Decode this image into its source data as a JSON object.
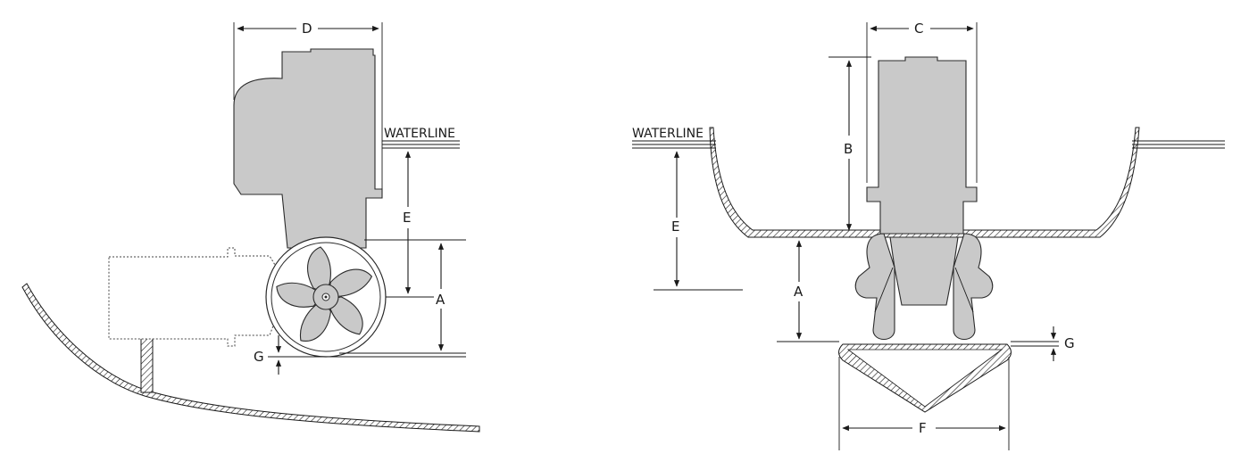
{
  "labels": {
    "waterline_left": "WATERLINE",
    "waterline_right": "WATERLINE",
    "side_view": {
      "D": "D",
      "E": "E",
      "A": "A",
      "G": "G"
    },
    "front_view": {
      "C": "C",
      "B": "B",
      "E": "E",
      "A": "A",
      "G": "G",
      "F": "F"
    }
  },
  "colors": {
    "thruster_body": "#c9c9c9",
    "outline": "#1a1a1a",
    "background": "#ffffff"
  }
}
